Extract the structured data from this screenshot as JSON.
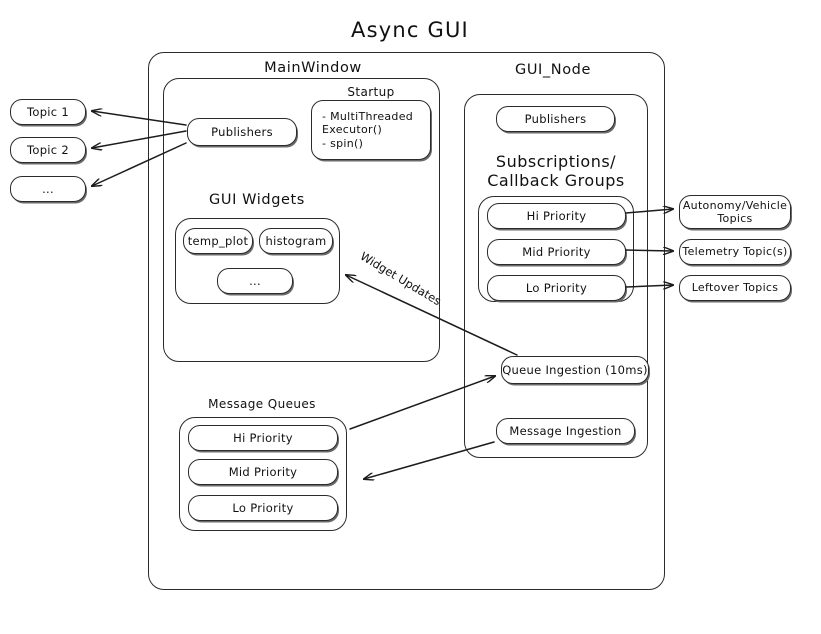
{
  "title": "Async GUI",
  "external_topics_left": [
    {
      "label": "Topic 1"
    },
    {
      "label": "Topic 2"
    },
    {
      "label": "..."
    }
  ],
  "external_topics_right": [
    {
      "label": "Autonomy/Vehicle\nTopics"
    },
    {
      "label": "Telemetry Topic(s)"
    },
    {
      "label": "Leftover Topics"
    }
  ],
  "main_window": {
    "label": "MainWindow",
    "publishers": {
      "label": "Publishers"
    },
    "startup": {
      "label": "Startup",
      "items": "-  MultiThreaded\n   Executor()\n-  spin()"
    },
    "gui_widgets": {
      "label": "GUI Widgets",
      "widgets": [
        {
          "label": "temp_plot"
        },
        {
          "label": "histogram"
        },
        {
          "label": "..."
        }
      ]
    },
    "message_queues": {
      "label": "Message Queues",
      "queues": [
        {
          "label": "Hi Priority"
        },
        {
          "label": "Mid Priority"
        },
        {
          "label": "Lo Priority"
        }
      ]
    }
  },
  "gui_node": {
    "label": "GUI_Node",
    "publishers": {
      "label": "Publishers"
    },
    "subscriptions": {
      "label": "Subscriptions/\nCallback Groups",
      "groups": [
        {
          "label": "Hi Priority"
        },
        {
          "label": "Mid Priority"
        },
        {
          "label": "Lo Priority"
        }
      ]
    },
    "queue_ingestion": {
      "label": "Queue Ingestion (10ms)"
    },
    "message_ingestion": {
      "label": "Message Ingestion"
    }
  },
  "annotations": {
    "widget_updates": "Widget Updates"
  },
  "colors": {
    "stroke": "#2b2b2b",
    "text": "#111111",
    "background": "#ffffff"
  }
}
